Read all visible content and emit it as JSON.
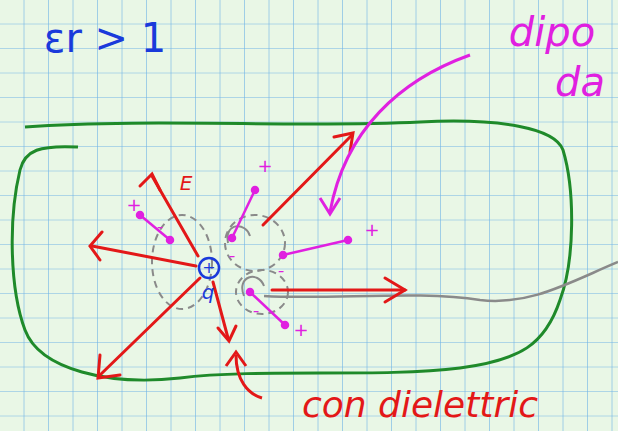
{
  "diagram": {
    "labels": [
      "εr > 1",
      "dipo",
      "da",
      "E",
      "q",
      "+",
      "+",
      "+",
      "+",
      "+",
      "-",
      "-",
      "-",
      "-",
      "con dielettric"
    ]
  }
}
